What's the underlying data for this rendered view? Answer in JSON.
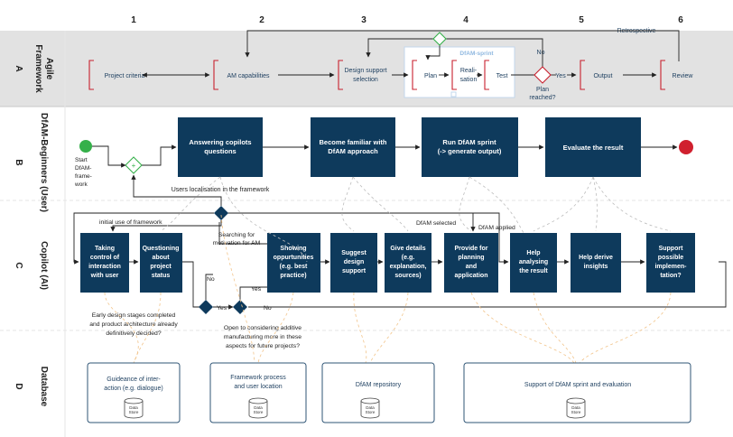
{
  "columns": [
    "1",
    "2",
    "3",
    "4",
    "5",
    "6"
  ],
  "lanes": [
    {
      "letter": "A",
      "title": [
        "Agile",
        "Framework"
      ]
    },
    {
      "letter": "B",
      "title": [
        "DfAM-Beginners (User)"
      ]
    },
    {
      "letter": "C",
      "title": [
        "Copilot (AI)"
      ]
    },
    {
      "letter": "D",
      "title": [
        "Database"
      ]
    }
  ],
  "agile": {
    "project_criteria": "Project criteria",
    "am_capabilities": "AM capabilities",
    "design_support": [
      "Design support",
      "selection"
    ],
    "sprint_title": "DfAM-sprint",
    "plan": "Plan",
    "realisation": [
      "Reali-",
      "sation"
    ],
    "test": "Test",
    "plan_reached": [
      "Plan",
      "reached?"
    ],
    "no": "No",
    "yes": "Yes",
    "output": "Output",
    "review": "Review",
    "retrospective": "Retrospective"
  },
  "user": {
    "start": [
      "Start",
      "DfAM-",
      "frame-",
      "work"
    ],
    "answering": [
      "Answering copilots",
      "questions"
    ],
    "familiar": [
      "Become familiar with",
      "DfAM approach"
    ],
    "sprint": [
      "Run DfAM sprint",
      "(-> generate output)"
    ],
    "evaluate": "Evaluate the result",
    "localisation": "Users localisation in the framework"
  },
  "copilot": {
    "initial_use": "initial use of framework",
    "searching": [
      "Searching for",
      "motivation for AM"
    ],
    "dfam_selected": "DfAM selected",
    "dfam_applied": "DfAM applied",
    "boxes": [
      [
        "Taking",
        "control of",
        "interaction",
        "with user"
      ],
      [
        "Questioning",
        "about",
        "project",
        "status"
      ],
      [
        "Showing",
        "oppurtunities",
        "(e.g. best",
        "practice)"
      ],
      [
        "Suggest",
        "design",
        "support"
      ],
      [
        "Give details",
        "(e.g.",
        "explanation,",
        "sources)"
      ],
      [
        "Provide for",
        "planning",
        "and",
        "application"
      ],
      [
        "Help",
        "analysing",
        "the result"
      ],
      [
        "Help derive",
        "insights"
      ],
      [
        "Support",
        "possible",
        "implemen-",
        "tation?"
      ]
    ],
    "no1": "No",
    "yes1": "Yes",
    "yes2": "Yes",
    "no2": "No",
    "early_question": [
      "Early design stages completed",
      "and product architecture already",
      "definitively decided?"
    ],
    "open_question": [
      "Open to considering additive",
      "manufacturing more in these",
      "aspects for future projects?"
    ]
  },
  "database": {
    "boxes": [
      [
        "Guideance of inter-",
        "action (e.g. dialogue)"
      ],
      [
        "Framework process",
        "and user location"
      ],
      [
        "DfAM repository"
      ],
      [
        "Support of DfAM sprint and evaluation"
      ]
    ],
    "store_label": [
      "Data",
      "Store"
    ]
  },
  "colors": {
    "dark_box": "#0e3a5c",
    "lane_header": "#e0e0e0",
    "bracket_red": "#c8202e",
    "start_green": "#35b04a",
    "end_red": "#d0202e",
    "sprint_title": "#8fb8e0",
    "db_border": "#2f5576"
  }
}
